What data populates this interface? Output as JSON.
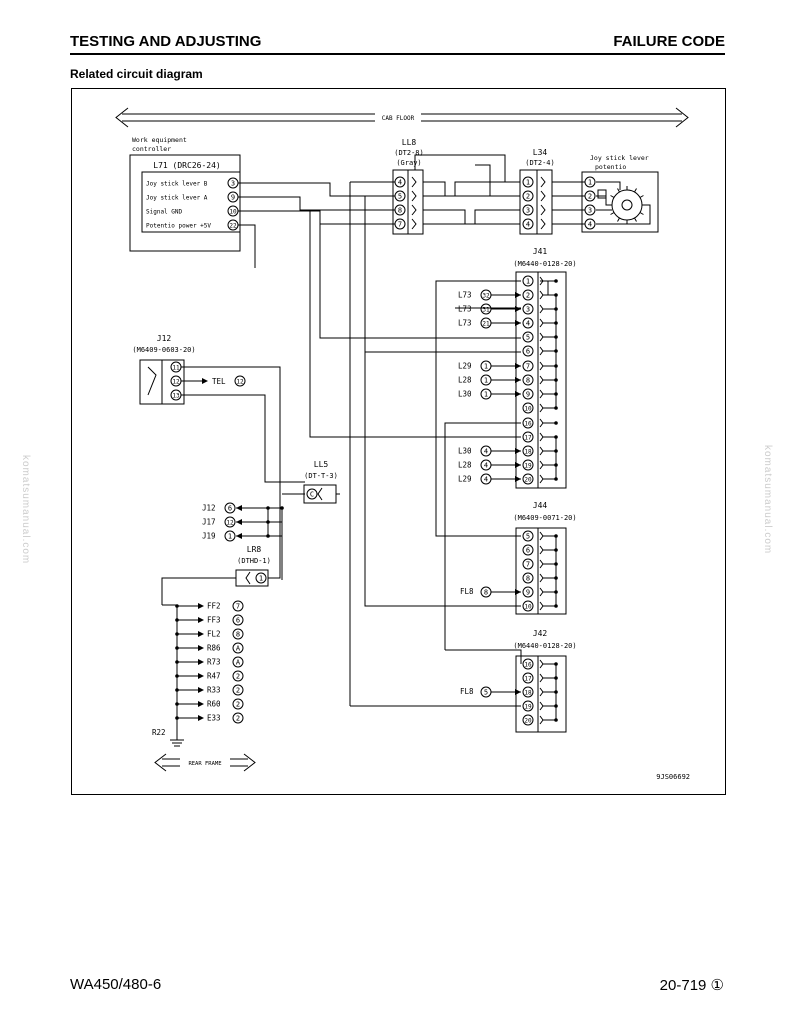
{
  "header": {
    "left": "TESTING AND ADJUSTING",
    "right": "FAILURE CODE"
  },
  "subtitle": "Related circuit diagram",
  "footer": {
    "left": "WA450/480-6",
    "right": "20-719 ①"
  },
  "watermark": "komatsumanual.com",
  "diagram": {
    "cab_floor": "CAB FLOOR",
    "rear_frame": "REAR FRAME",
    "figure_id": "9JS06692",
    "controller": {
      "title1": "Work equipment",
      "title2": "controller",
      "name": "L71 (DRC26-24)",
      "rows": [
        {
          "label": "Joy stick lever B",
          "pin": "3"
        },
        {
          "label": "Joy stick lever A",
          "pin": "9"
        },
        {
          "label": "Signal GND",
          "pin": "10"
        },
        {
          "label": "Potentio power +5V",
          "pin": "22"
        }
      ]
    },
    "ll8": {
      "name": "LL8",
      "type": "(DT2-8)",
      "color": "(Gray)",
      "pins": [
        "4",
        "5",
        "8",
        "7"
      ]
    },
    "l34": {
      "name": "L34",
      "type": "(DT2-4)",
      "pins": [
        "1",
        "2",
        "3",
        "4"
      ]
    },
    "joystick": {
      "label1": "Joy stick lever",
      "label2": "potentio",
      "pins": [
        "1",
        "2",
        "3",
        "4"
      ]
    },
    "j41": {
      "name": "J41",
      "type": "(M6440-0128-20)",
      "pins": [
        "1",
        "2",
        "3",
        "4",
        "5",
        "6",
        "7",
        "8",
        "9",
        "10",
        "16",
        "17",
        "18",
        "19",
        "20"
      ],
      "refs": [
        {
          "text": "L73",
          "pin": "32",
          "row": 1
        },
        {
          "text": "L73",
          "pin": "31",
          "row": 2
        },
        {
          "text": "L73",
          "pin": "21",
          "row": 3
        },
        {
          "text": "L29",
          "pin": "1",
          "row": 6
        },
        {
          "text": "L28",
          "pin": "1",
          "row": 7
        },
        {
          "text": "L30",
          "pin": "1",
          "row": 8
        },
        {
          "text": "L30",
          "pin": "4",
          "row": 12
        },
        {
          "text": "L28",
          "pin": "4",
          "row": 13
        },
        {
          "text": "L29",
          "pin": "4",
          "row": 14
        }
      ]
    },
    "j12": {
      "name": "J12",
      "type": "(M6409-0603-20)",
      "pins": [
        "11",
        "12",
        "13"
      ],
      "tel": "TEL",
      "tel_pin": "12"
    },
    "ll5": {
      "name": "LL5",
      "type": "(DT-T-3)",
      "pin": "C"
    },
    "jrefs": [
      {
        "text": "J12",
        "pin": "6"
      },
      {
        "text": "J17",
        "pin": "12"
      },
      {
        "text": "J19",
        "pin": "1"
      }
    ],
    "lr8": {
      "name": "LR8",
      "type": "(DTHD-1)",
      "pin": "1"
    },
    "gnd": [
      {
        "text": "FF2",
        "pin": "7"
      },
      {
        "text": "FF3",
        "pin": "6"
      },
      {
        "text": "FL2",
        "pin": "8"
      },
      {
        "text": "R86",
        "pin": "A"
      },
      {
        "text": "R73",
        "pin": "A"
      },
      {
        "text": "R47",
        "pin": "2"
      },
      {
        "text": "R33",
        "pin": "2"
      },
      {
        "text": "R60",
        "pin": "2"
      },
      {
        "text": "E33",
        "pin": "2"
      }
    ],
    "r22": "R22",
    "j44": {
      "name": "J44",
      "type": "(M6409-0071-20)",
      "pins": [
        "5",
        "6",
        "7",
        "8",
        "9",
        "10"
      ],
      "fl8": "FL8",
      "fl8_pin": "8"
    },
    "j42": {
      "name": "J42",
      "type": "(M6440-0128-20)",
      "pins": [
        "16",
        "17",
        "18",
        "19",
        "20"
      ],
      "fl8": "FL8",
      "fl8_pin": "5"
    }
  }
}
